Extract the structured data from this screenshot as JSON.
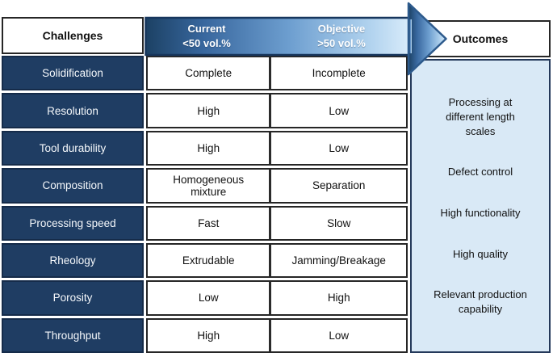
{
  "figure": {
    "header": {
      "challenges_label": "Challenges",
      "current_label": "Current",
      "current_sub": "<50 vol.%",
      "objective_label": "Objective",
      "objective_sub": ">50 vol.%",
      "outcomes_label": "Outcomes"
    },
    "rows": [
      {
        "challenge": "Solidification",
        "current": "Complete",
        "objective": "Incomplete"
      },
      {
        "challenge": "Resolution",
        "current": "High",
        "objective": "Low"
      },
      {
        "challenge": "Tool durability",
        "current": "High",
        "objective": "Low"
      },
      {
        "challenge": "Composition",
        "current": "Homogeneous mixture",
        "objective": "Separation"
      },
      {
        "challenge": "Processing speed",
        "current": "Fast",
        "objective": "Slow"
      },
      {
        "challenge": "Rheology",
        "current": "Extrudable",
        "objective": "Jamming/Breakage"
      },
      {
        "challenge": "Porosity",
        "current": "Low",
        "objective": "High"
      },
      {
        "challenge": "Throughput",
        "current": "High",
        "objective": "Low"
      }
    ],
    "outcomes": [
      "Processing at different length scales",
      "Defect control",
      "High functionality",
      "High quality",
      "Relevant production capability"
    ],
    "colors": {
      "navy_cell": "#1f3d63",
      "navy_cell_border": "#152b49",
      "cell_border": "#262626",
      "arrow_gradient_start": "#1c4164",
      "arrow_gradient_end": "#d8ebfa",
      "arrow_outline": "#17365d",
      "outcomes_panel_bg": "#d9e9f6",
      "outcomes_panel_border": "#24395a"
    }
  }
}
